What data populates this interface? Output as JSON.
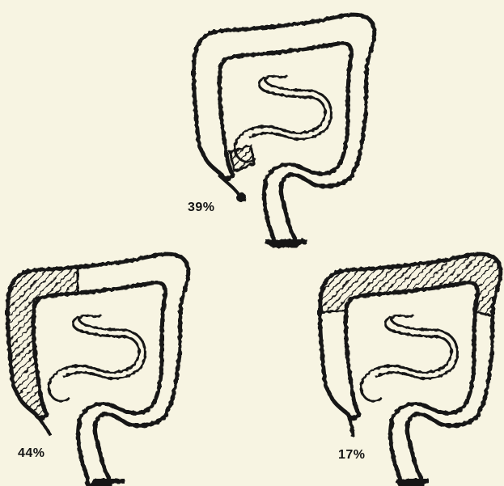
{
  "figure": {
    "diagrams": [
      {
        "id": "top",
        "label": "39%",
        "shaded_region": "cecum-and-appendix"
      },
      {
        "id": "left",
        "label": "44%",
        "shaded_region": "ascending-colon"
      },
      {
        "id": "right",
        "label": "17%",
        "shaded_region": "transverse-colon-and-splenic-flexure"
      }
    ],
    "colors": {
      "background": "#f7f4e2",
      "ink": "#141414"
    }
  }
}
